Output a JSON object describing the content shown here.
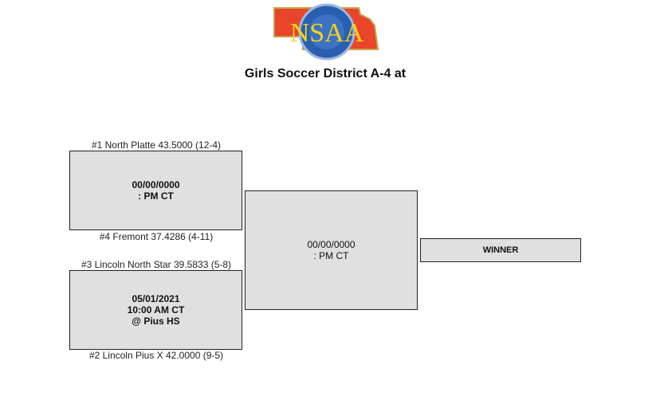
{
  "header": {
    "logo_text": "NSAA",
    "title": "Girls Soccer District A-4 at"
  },
  "bracket": {
    "semifinal_1": {
      "top_team": "#1 North Platte 43.5000 (12-4)",
      "bottom_team": "#4 Fremont 37.4286 (4-11)",
      "date": "00/00/0000",
      "time": ": PM CT"
    },
    "semifinal_2": {
      "top_team": "#3 Lincoln North Star 39.5833 (5-8)",
      "bottom_team": "#2 Lincoln Pius X 42.0000 (9-5)",
      "date": "05/01/2021",
      "time": "10:00 AM CT",
      "location": "@ Pius HS"
    },
    "final": {
      "date": "00/00/0000",
      "time": ": PM CT"
    },
    "winner_label": "WINNER"
  },
  "colors": {
    "box_fill": "#e0e0e0",
    "logo_state_red": "#e8452a",
    "logo_circle_blue": "#2a5fb0",
    "logo_letters_gold": "#f2d31b"
  }
}
